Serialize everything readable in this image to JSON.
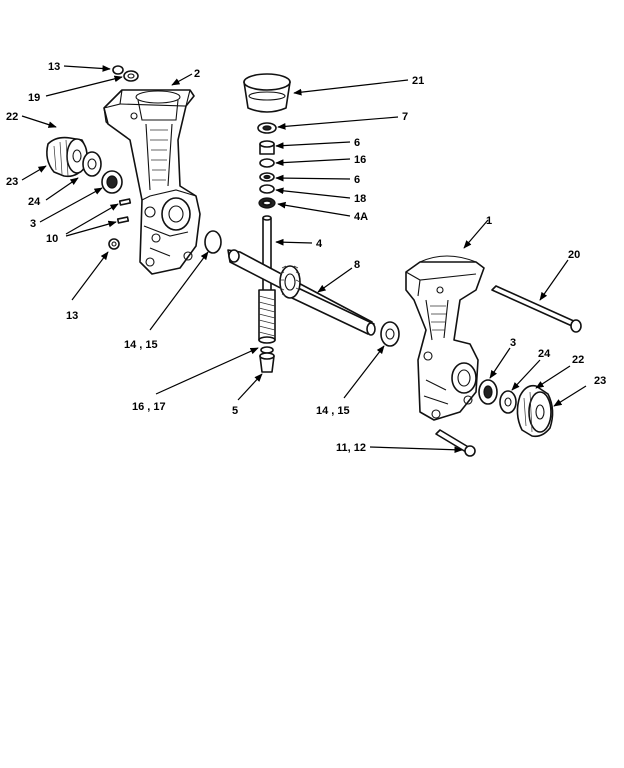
{
  "callouts": {
    "c13_top": "13",
    "c19": "19",
    "c2": "2",
    "c22_left": "22",
    "c23_left": "23",
    "c24_left": "24",
    "c3_left": "3",
    "c10": "10",
    "c13_left": "13",
    "c21": "21",
    "c7": "7",
    "c6_top": "6",
    "c16_top": "16",
    "c6_mid": "6",
    "c18": "18",
    "c4a": "4A",
    "c4": "4",
    "c8": "8",
    "c1": "1",
    "c20": "20",
    "c14_15_left": "14 , 15",
    "c16_17": "16 , 17",
    "c5": "5",
    "c14_15_right": "14 , 15",
    "c3_right": "3",
    "c24_right": "24",
    "c22_right": "22",
    "c23_right": "23",
    "c11_12": "11, 12"
  }
}
